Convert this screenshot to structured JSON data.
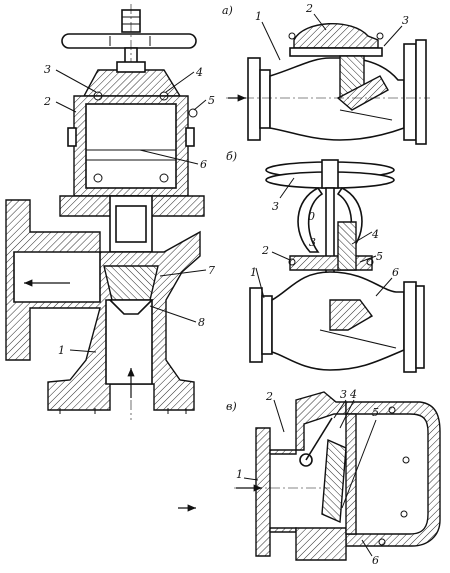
{
  "figure_a": {
    "callouts": [
      "1",
      "2",
      "3",
      "4",
      "5",
      "6",
      "7",
      "8"
    ]
  },
  "figure_b": {
    "sublabel": "а)",
    "callouts": [
      "1",
      "2",
      "3"
    ]
  },
  "figure_c": {
    "sublabel": "б)",
    "callouts": [
      "1",
      "2",
      "3",
      "4",
      "5",
      "6"
    ],
    "inline_labels": [
      "0",
      "3"
    ]
  },
  "figure_d": {
    "sublabel": "в)",
    "callouts": [
      "1",
      "2",
      "3",
      "4",
      "5",
      "6"
    ]
  },
  "colors": {
    "ink": "#111111",
    "paper": "#ffffff"
  },
  "icons": [
    "flow-arrow-icon"
  ]
}
